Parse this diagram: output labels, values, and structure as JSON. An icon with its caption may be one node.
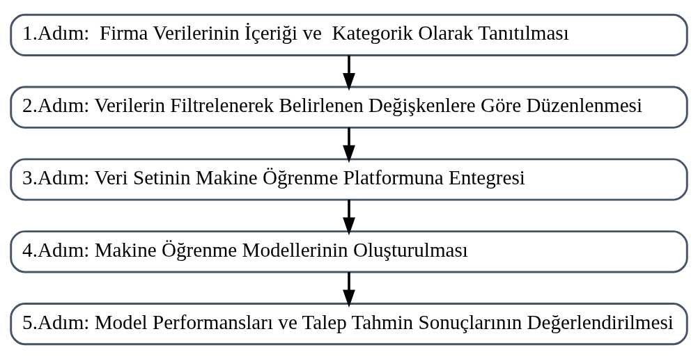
{
  "diagram": {
    "nodes": [
      {
        "text": [
          "1.Adım:  Firma Verilerinin İçeriği ve  Kategorik Olarak Tanıtılması"
        ]
      },
      {
        "text": [
          "2.Adım: Verilerin Filtrelenerek Belirlenen Değişkenlere Göre Düzenlenmesi"
        ]
      },
      {
        "text": [
          "3.Adım: Veri Setinin Makine Öğrenme Platformuna Entegresi"
        ]
      },
      {
        "text": [
          "4.Adım: Makine Öğrenme Modellerinin Oluşturulması"
        ]
      },
      {
        "text": [
          "5.Adım: Model Performansları ve Talep Tahmin Sonuçlarının Değerlendirilmesi"
        ]
      }
    ],
    "edges": [
      {
        "from": 0,
        "to": 1,
        "arrow": "to"
      },
      {
        "from": 1,
        "to": 2,
        "arrow": "to"
      },
      {
        "from": 2,
        "to": 3,
        "arrow": "to"
      },
      {
        "from": 3,
        "to": 4,
        "arrow": "to"
      }
    ]
  }
}
